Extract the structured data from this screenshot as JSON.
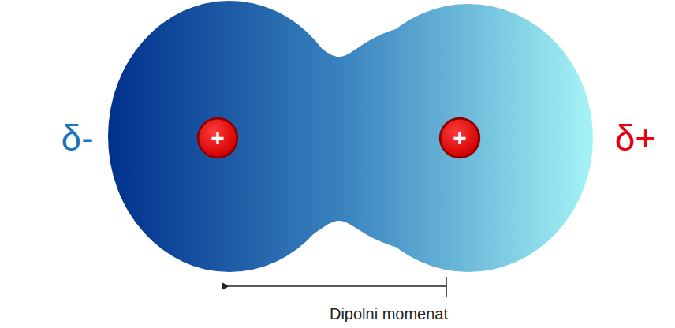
{
  "diagram": {
    "nodes": [
      {
        "text": [
          "+"
        ]
      },
      {
        "text": [
          "+"
        ]
      }
    ],
    "labels": [
      "δ-",
      "δ+",
      "Dipolni momenat"
    ]
  }
}
